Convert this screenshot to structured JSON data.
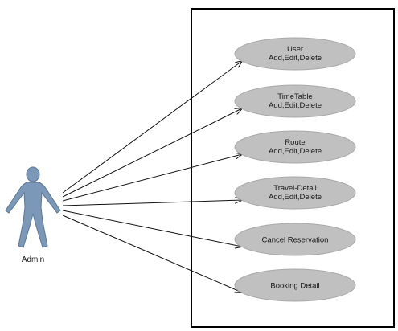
{
  "actor": {
    "name": "Admin",
    "color": "#7b98b8"
  },
  "use_cases": [
    {
      "lines": [
        "User",
        "Add,Edit,Delete"
      ]
    },
    {
      "lines": [
        "TimeTable",
        "Add,Edit,Delete"
      ]
    },
    {
      "lines": [
        "Route",
        "Add,Edit,Delete"
      ]
    },
    {
      "lines": [
        "Travel-Detail",
        "Add,Edit,Delete"
      ]
    },
    {
      "lines": [
        "Cancel Reservation"
      ]
    },
    {
      "lines": [
        "Booking Detail"
      ]
    }
  ],
  "colors": {
    "use_case_fill": "#c0c0c0",
    "line": "#111111",
    "boundary": "#000000"
  }
}
